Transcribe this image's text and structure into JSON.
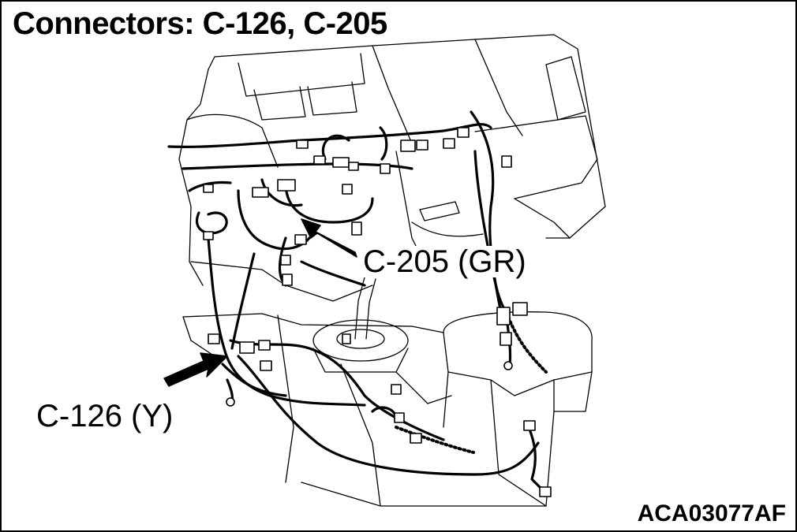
{
  "title": "Connectors: C-126, C-205",
  "callouts": {
    "c205": "C-205 (GR)",
    "c126": "C-126 (Y)"
  },
  "figure_code": "ACA03077AF",
  "colors": {
    "line": "#000000",
    "background": "#ffffff"
  },
  "icons": [
    "arrow-icon",
    "connector-icon"
  ]
}
